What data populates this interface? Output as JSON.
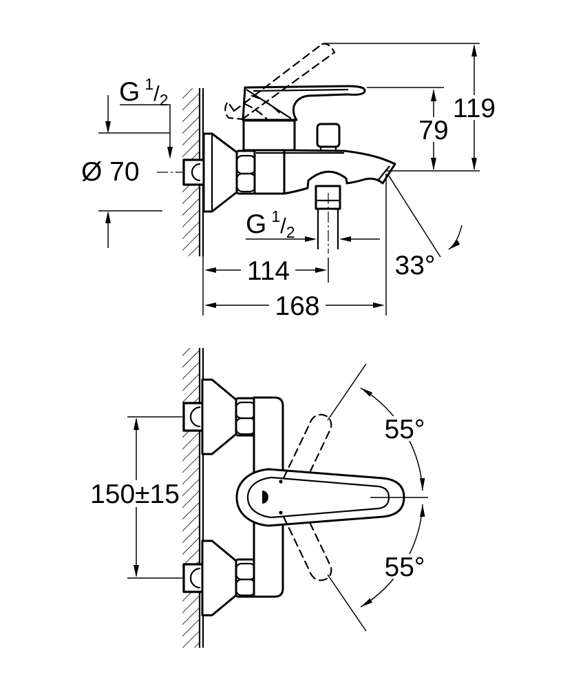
{
  "meta": {
    "type": "technical-drawing",
    "subject": "Wall-mounted single-lever bath/shower mixer – dimensioned side elevation and plan view",
    "background": "#ffffff",
    "line_color": "#000000"
  },
  "labels": {
    "thread_top": {
      "main": "G",
      "sup": "1",
      "slash": "/",
      "sub": "2"
    },
    "escutcheon_dia": "Ø 70",
    "overall_height": "119",
    "lever_height": "79",
    "thread_bottom": {
      "main": "G",
      "sup": "1",
      "slash": "/",
      "sub": "2"
    },
    "wall_to_outlet": "114",
    "spout_angle": "33°",
    "overall_depth": "168",
    "hole_spacing": "150±15",
    "swing_upper": "55°",
    "swing_lower": "55°"
  }
}
